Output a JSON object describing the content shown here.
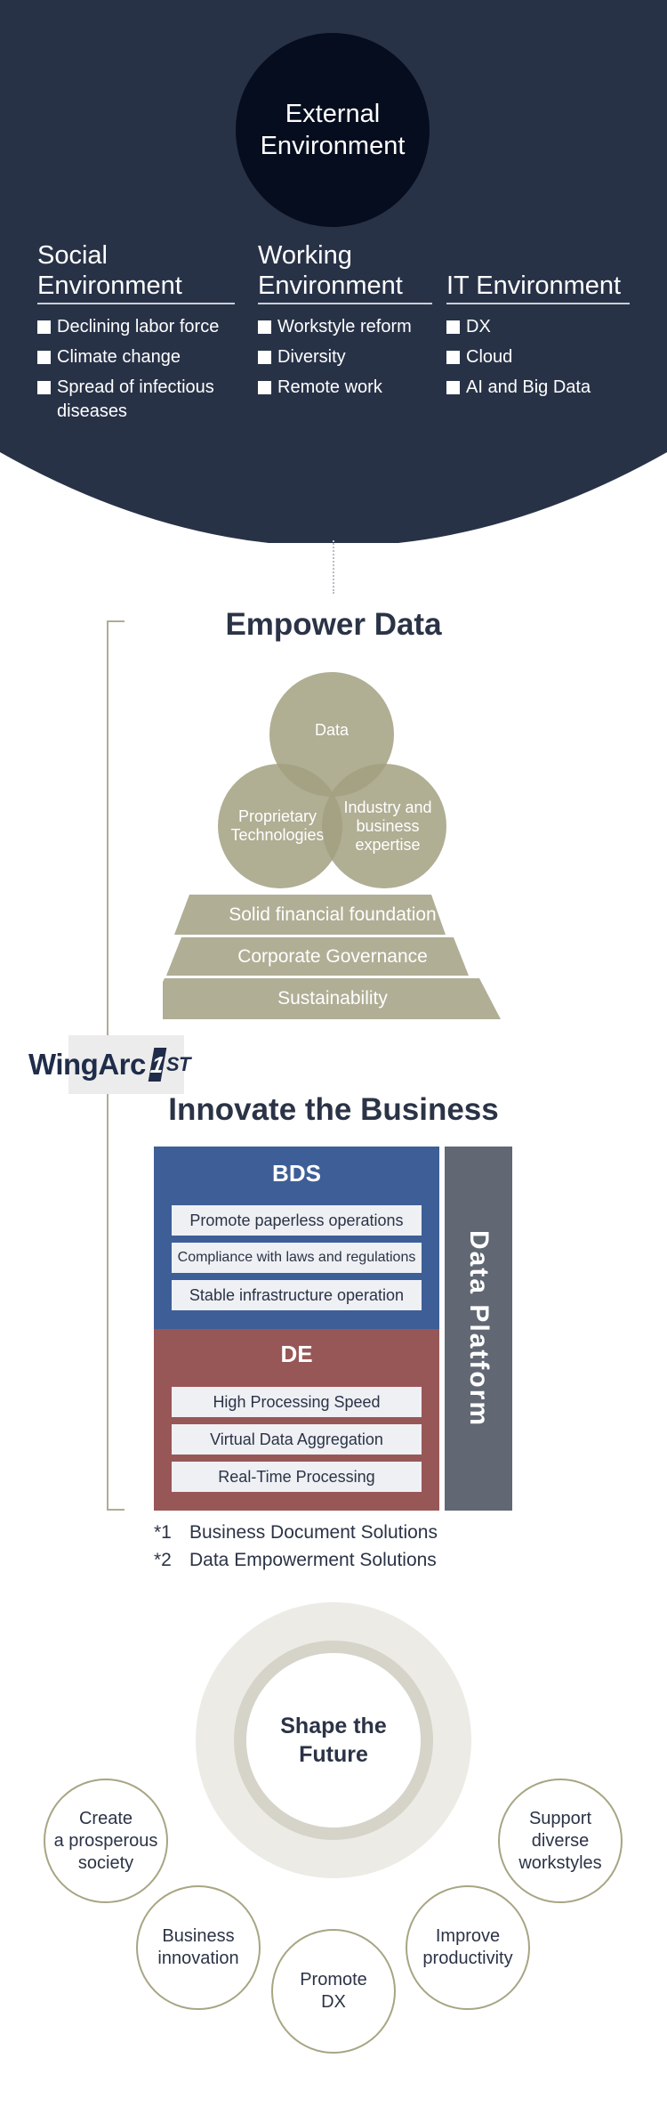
{
  "external": {
    "title_line1": "External",
    "title_line2": "Environment"
  },
  "environments": [
    {
      "head_line1": "Social",
      "head_line2": "Environment",
      "items": [
        "Declining labor force",
        "Climate change",
        "Spread of infectious",
        "diseases"
      ]
    },
    {
      "head_line1": "Working",
      "head_line2": "Environment",
      "items": [
        "Workstyle reform",
        "Diversity",
        "Remote work"
      ]
    },
    {
      "head_line1": "",
      "head_line2": "IT Environment",
      "items": [
        "DX",
        "Cloud",
        "AI and Big Data"
      ]
    }
  ],
  "empower": {
    "title": "Empower Data",
    "venn": {
      "data": "Data",
      "prop_line1": "Proprietary",
      "prop_line2": "Technologies",
      "ind_line1": "Industry and",
      "ind_line2": "business",
      "ind_line3": "expertise"
    },
    "pyramid": [
      "Solid financial foundation",
      "Corporate Governance",
      "Sustainability"
    ]
  },
  "logo": {
    "text": "WingArc",
    "mark": "1",
    "suffix": "ST"
  },
  "innovate": {
    "title": "Innovate the Business",
    "bds": {
      "head": "BDS",
      "items": [
        "Promote paperless operations",
        "Compliance with laws and regulations",
        "Stable infrastructure operation"
      ]
    },
    "de": {
      "head": "DE",
      "items": [
        "High Processing Speed",
        "Virtual Data Aggregation",
        "Real-Time Processing"
      ]
    },
    "platform": "Data Platform",
    "notes": [
      {
        "num": "*1",
        "text": "Business Document Solutions"
      },
      {
        "num": "*2",
        "text": "Data Empowerment Solutions"
      }
    ]
  },
  "shape": {
    "line1": "Shape the",
    "line2": "Future",
    "circles": [
      {
        "l1": "Create",
        "l2": "a prosperous",
        "l3": "society"
      },
      {
        "l1": "Business",
        "l2": "innovation",
        "l3": ""
      },
      {
        "l1": "Promote",
        "l2": "DX",
        "l3": ""
      },
      {
        "l1": "Improve",
        "l2": "productivity",
        "l3": ""
      },
      {
        "l1": "Support",
        "l2": "diverse",
        "l3": "workstyles"
      }
    ]
  },
  "colors": {
    "navy": "#283247",
    "olive": "#a2a080",
    "bds": "#3e5e97",
    "de": "#985757",
    "platform": "#616873"
  }
}
